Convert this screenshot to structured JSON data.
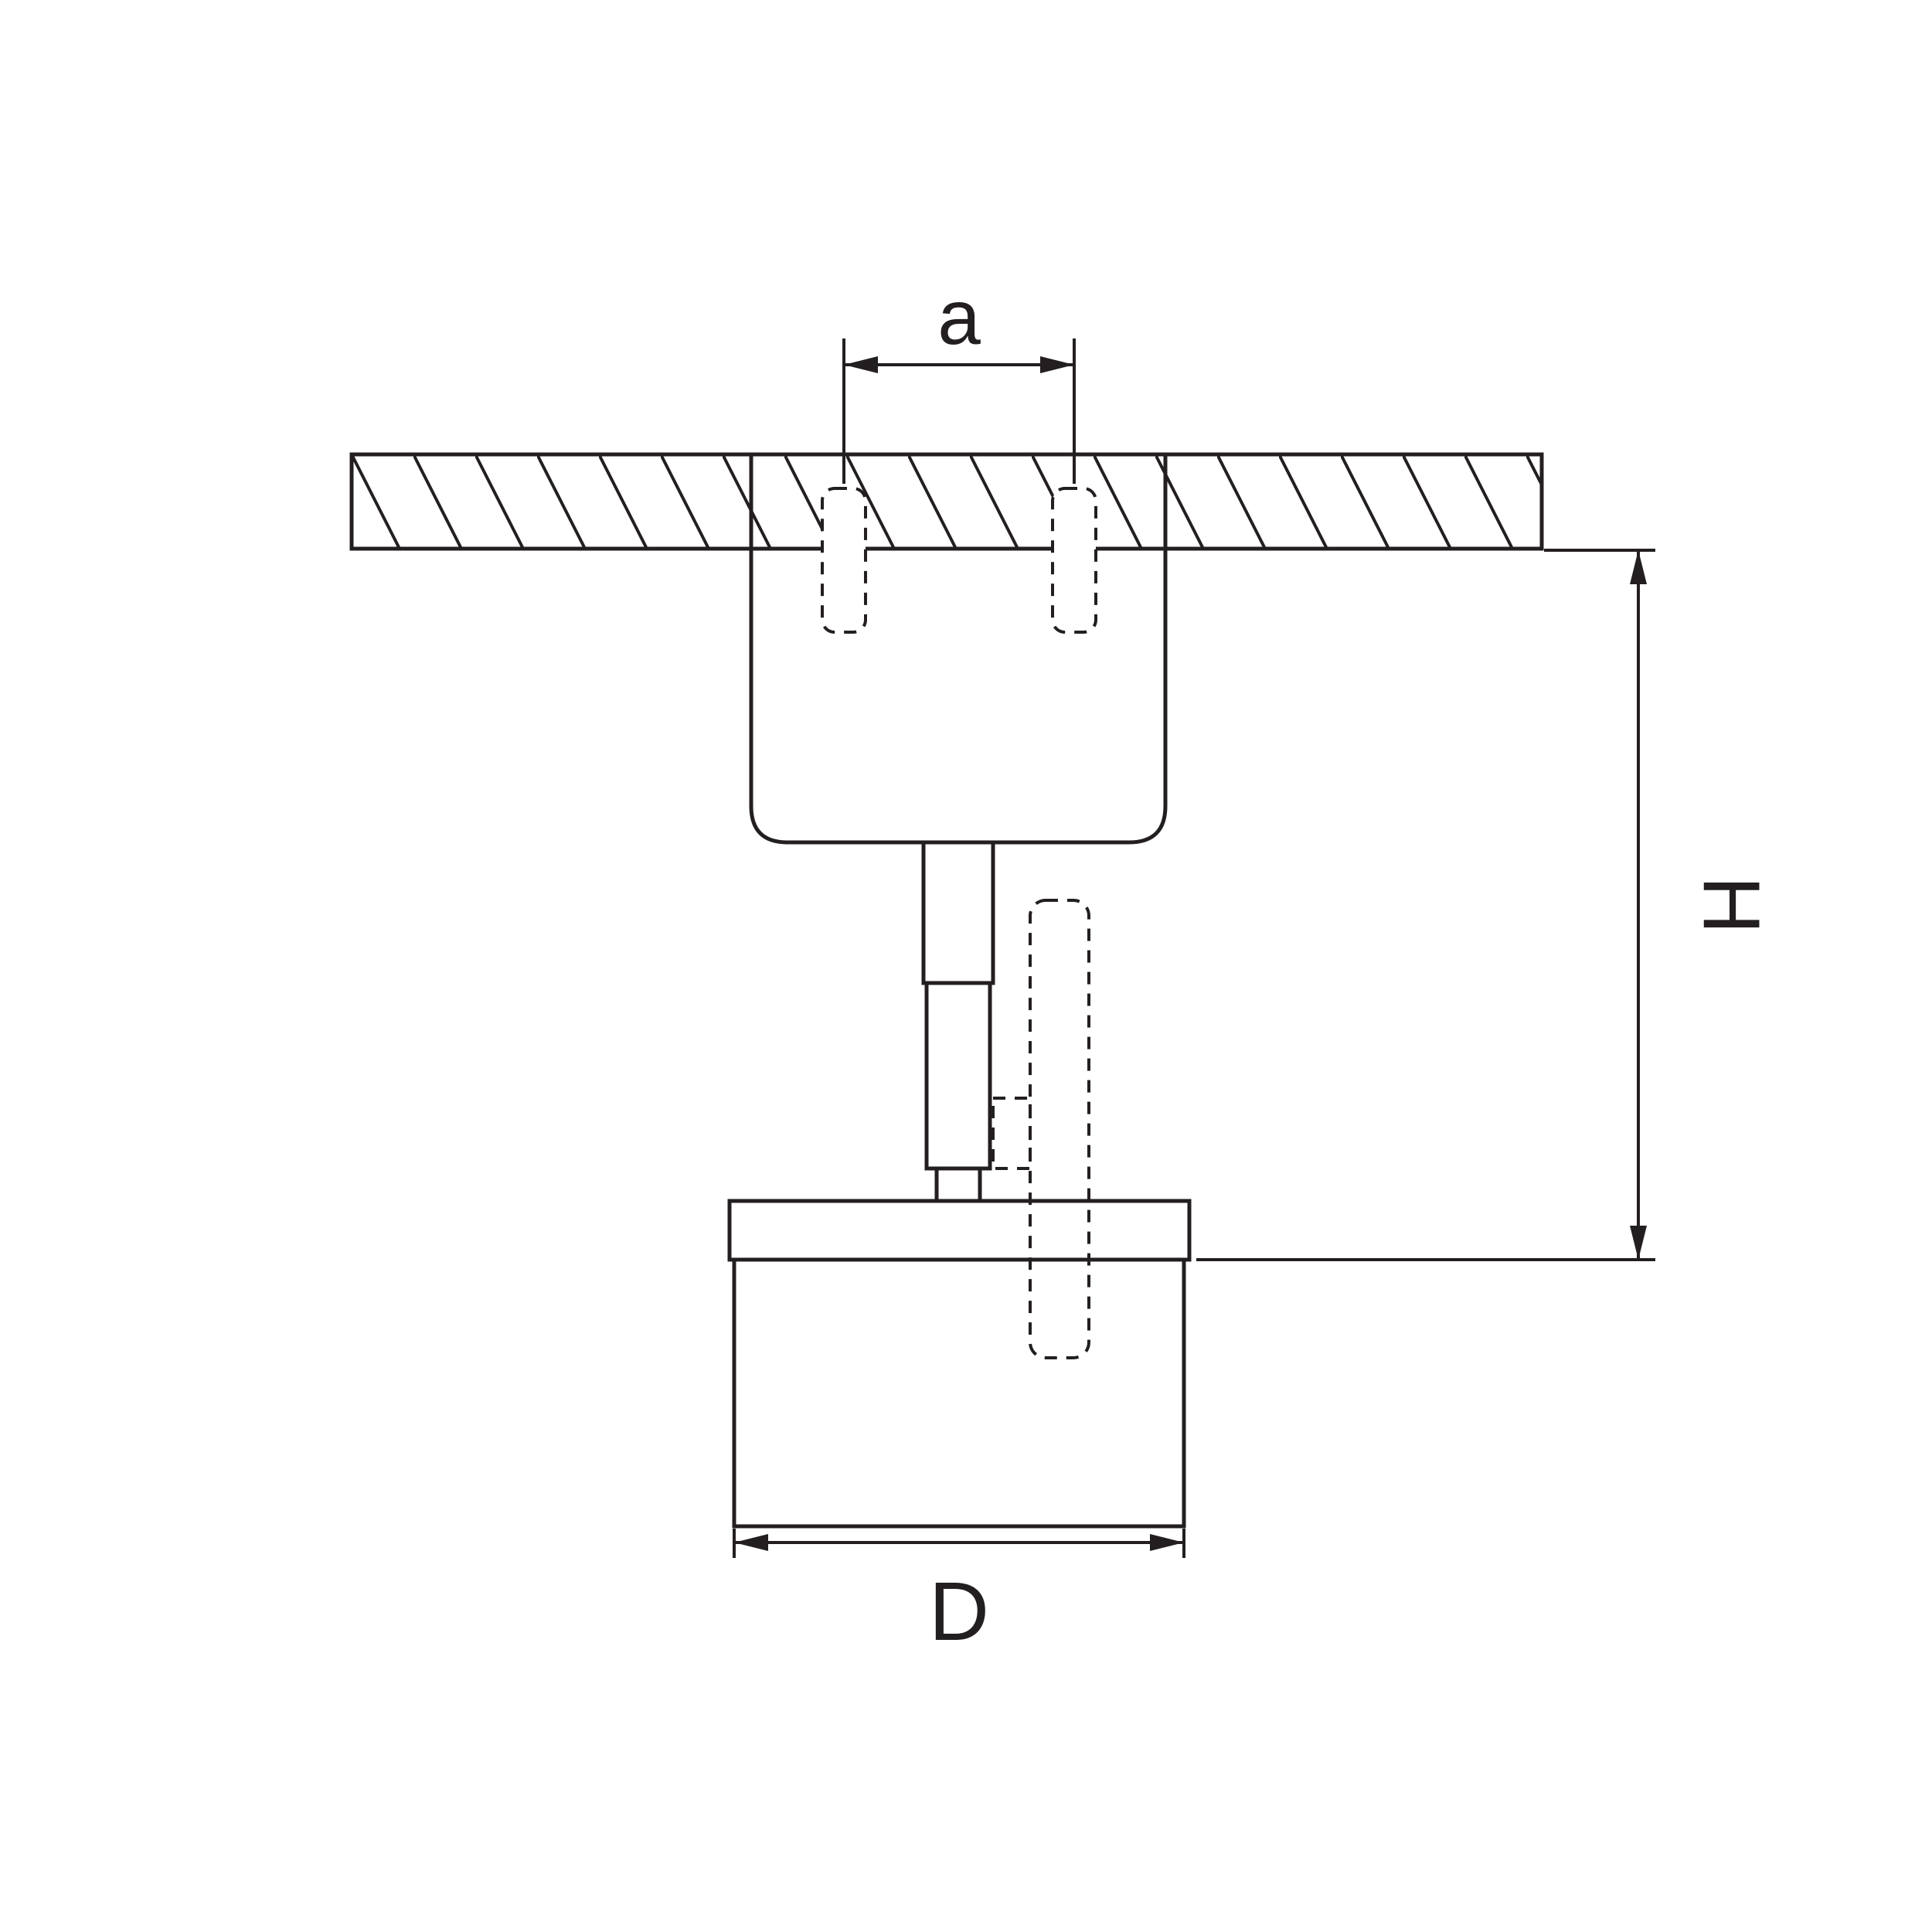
{
  "drawing": {
    "background_color": "#ffffff",
    "line_color": "#231f20",
    "dimensions": {
      "spacing_label": "a",
      "height_label": "H",
      "diameter_label": "D"
    }
  }
}
